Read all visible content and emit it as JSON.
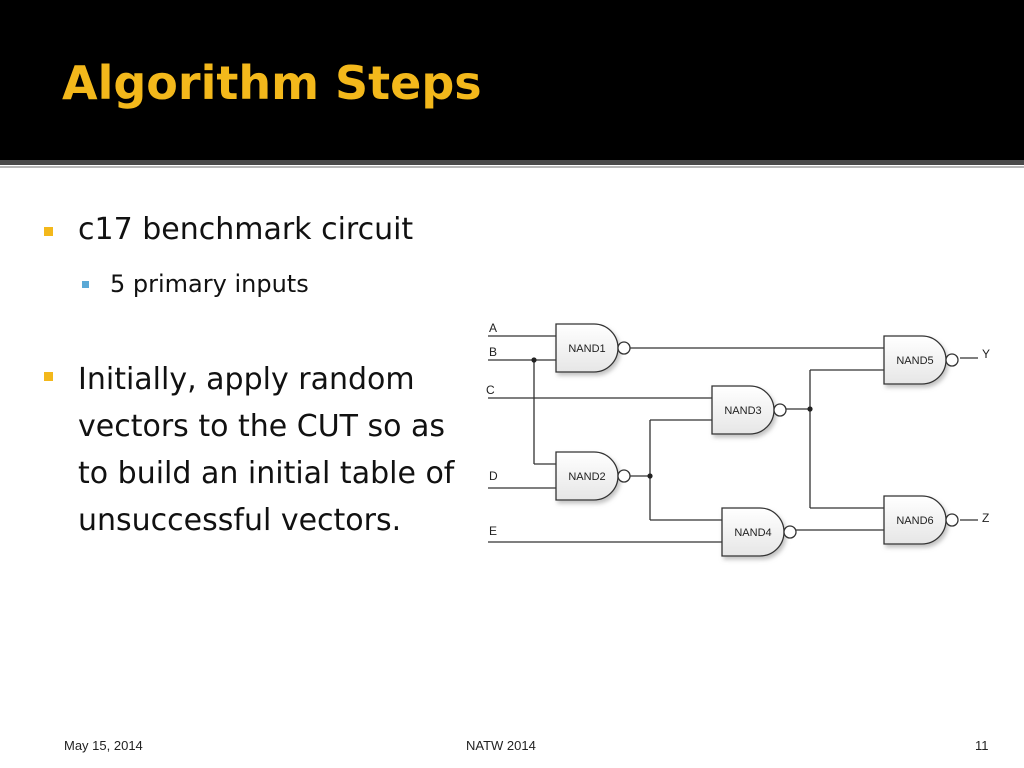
{
  "slide": {
    "title": "Algorithm Steps",
    "bullets": [
      {
        "text": "c17 benchmark circuit",
        "sub": [
          "5 primary inputs"
        ]
      },
      {
        "text": "Initially, apply random vectors to the CUT so as to build an initial table of unsuccessful vectors."
      }
    ]
  },
  "circuit": {
    "inputs": [
      "A",
      "B",
      "C",
      "D",
      "E"
    ],
    "gates": [
      "NAND1",
      "NAND2",
      "NAND3",
      "NAND4",
      "NAND5",
      "NAND6"
    ],
    "outputs": [
      "Y",
      "Z"
    ]
  },
  "footer": {
    "date": "May 15, 2014",
    "center": "NATW 2014",
    "page": "11"
  },
  "colors": {
    "title_bar": "#000000",
    "title_text": "#f3b81b",
    "bullet_primary": "#f3b81b",
    "bullet_secondary": "#5aa9d6"
  }
}
